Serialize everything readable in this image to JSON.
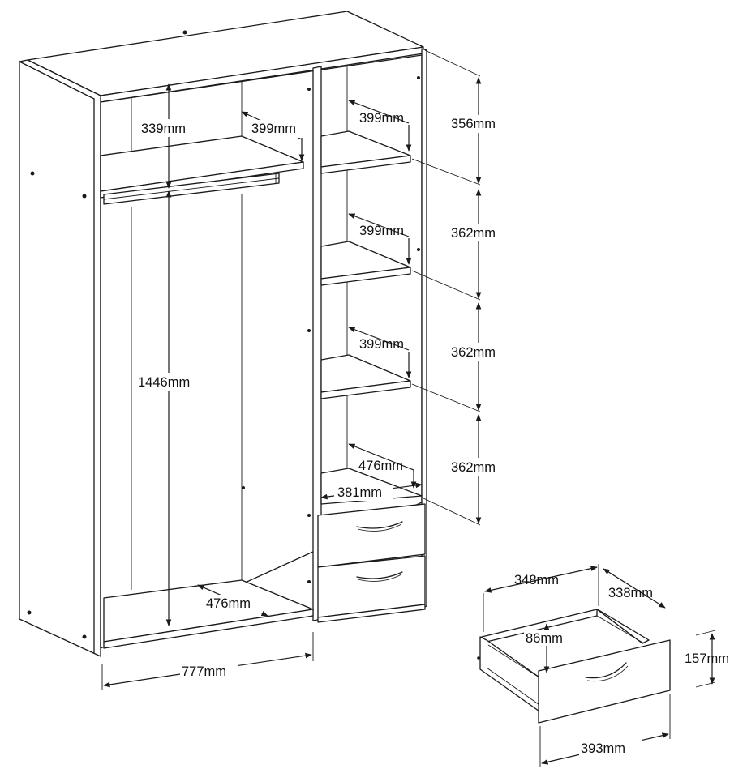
{
  "labels": {
    "rail_height": "339mm",
    "top_shelf_width": "399mm",
    "hanging_height": "1446mm",
    "hanging_depth": "476mm",
    "total_width": "777mm",
    "shelf1_depth": "399mm",
    "shelf2_depth": "399mm",
    "shelf3_depth": "399mm",
    "bottom_shelf_depth": "476mm",
    "shelf_width": "381mm",
    "comp1_height": "356mm",
    "comp2_height": "362mm",
    "comp3_height": "362mm",
    "comp4_height": "362mm",
    "drawer_width": "348mm",
    "drawer_depth": "338mm",
    "drawer_inner_height": "86mm",
    "drawer_height": "157mm",
    "drawer_front_width": "393mm"
  },
  "colors": {
    "line": "#1a1a1a",
    "background": "#ffffff"
  }
}
